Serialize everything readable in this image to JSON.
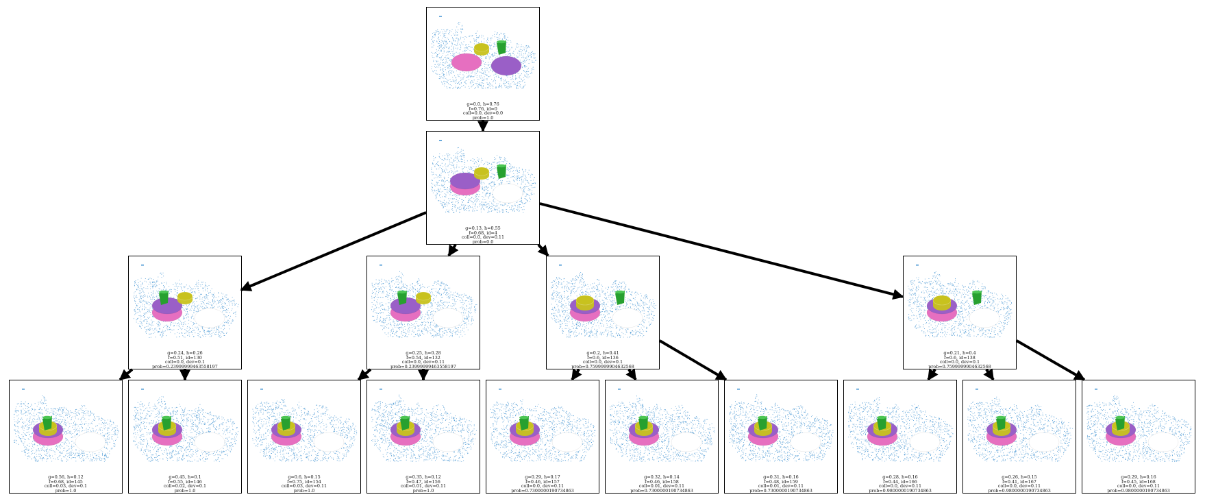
{
  "colors": {
    "cloud": "#3b8fd0",
    "pink": "#e66fc0",
    "purple": "#9a5fc7",
    "yellow": "#c8c21e",
    "green": "#27a02f",
    "edge": "#000000"
  },
  "nodes": [
    {
      "id": "n0",
      "lines": [
        "g=0.0, h=0.76",
        "f=0.76, id=0",
        "coll=0.0, dev=0.0",
        "prob=1.0"
      ],
      "scene": "initial"
    },
    {
      "id": "n1",
      "lines": [
        "g=0.13, h=0.55",
        "f=0.68, id=4",
        "coll=0.0, dev=0.11",
        "prob=0.0"
      ],
      "scene": "stacked"
    },
    {
      "id": "n2",
      "lines": [
        "g=0.24, h=0.26",
        "f=0.51, id=130",
        "coll=0.0, dev=0.1",
        "prob=0.23999999463558197"
      ],
      "scene": "cup_left"
    },
    {
      "id": "n3",
      "lines": [
        "g=0.25, h=0.28",
        "f=0.54, id=132",
        "coll=0.0, dev=0.11",
        "prob=0.23999999463558197"
      ],
      "scene": "cup_left"
    },
    {
      "id": "n4",
      "lines": [
        "g=0.2, h=0.41",
        "f=0.6, id=136",
        "coll=0.0, dev=0.1",
        "prob=0.7599999904632568"
      ],
      "scene": "bowl_center"
    },
    {
      "id": "n5",
      "lines": [
        "g=0.21, h=0.4",
        "f=0.6, id=138",
        "coll=0.0, dev=0.1",
        "prob=0.7599999904632568"
      ],
      "scene": "bowl_center"
    },
    {
      "id": "l0",
      "lines": [
        "g=0.56, h=0.12",
        "f=0.68, id=145",
        "coll=0.03, dev=0.1",
        "prob=1.0"
      ],
      "scene": "full_stack"
    },
    {
      "id": "l1",
      "lines": [
        "g=0.45, h=0.1",
        "f=0.55, id=146",
        "coll=0.02, dev=0.1",
        "prob=1.0"
      ],
      "scene": "full_stack"
    },
    {
      "id": "l2",
      "lines": [
        "g=0.6, h=0.15",
        "f=0.75, id=154",
        "coll=0.03, dev=0.11",
        "prob=1.0"
      ],
      "scene": "full_stack"
    },
    {
      "id": "l3",
      "lines": [
        "g=0.35, h=0.12",
        "f=0.47, id=156",
        "coll=0.01, dev=0.11",
        "prob=1.0"
      ],
      "scene": "full_stack"
    },
    {
      "id": "l4",
      "lines": [
        "g=0.29, h=0.17",
        "f=0.46, id=157",
        "coll=0.0, dev=0.11",
        "prob=0.7300000190734863"
      ],
      "scene": "full_stack"
    },
    {
      "id": "l5",
      "lines": [
        "g=0.32, h=0.14",
        "f=0.46, id=158",
        "coll=0.01, dev=0.11",
        "prob=0.7300000190734863"
      ],
      "scene": "full_stack"
    },
    {
      "id": "l6",
      "lines": [
        "g=0.31, h=0.16",
        "f=0.48, id=159",
        "coll=0.01, dev=0.11",
        "prob=0.7300000190734863"
      ],
      "scene": "full_stack"
    },
    {
      "id": "l7",
      "lines": [
        "g=0.28, h=0.16",
        "f=0.44, id=166",
        "coll=0.0, dev=0.11",
        "prob=0.9800000190734863"
      ],
      "scene": "full_stack"
    },
    {
      "id": "l8",
      "lines": [
        "g=0.26, h=0.15",
        "f=0.41, id=167",
        "coll=0.0, dev=0.11",
        "prob=0.9800000190734863"
      ],
      "scene": "full_stack"
    },
    {
      "id": "l9",
      "lines": [
        "g=0.29, h=0.16",
        "f=0.45, id=168",
        "coll=0.0, dev=0.11",
        "prob=0.9800000190734863"
      ],
      "scene": "full_stack"
    }
  ],
  "edges": [
    [
      "n0",
      "n1"
    ],
    [
      "n1",
      "n2"
    ],
    [
      "n1",
      "n3"
    ],
    [
      "n1",
      "n4"
    ],
    [
      "n1",
      "n5"
    ],
    [
      "n2",
      "l0"
    ],
    [
      "n2",
      "l1"
    ],
    [
      "n3",
      "l2"
    ],
    [
      "n3",
      "l3"
    ],
    [
      "n4",
      "l4"
    ],
    [
      "n4",
      "l5"
    ],
    [
      "n4",
      "l6"
    ],
    [
      "n5",
      "l7"
    ],
    [
      "n5",
      "l8"
    ],
    [
      "n5",
      "l9"
    ]
  ]
}
